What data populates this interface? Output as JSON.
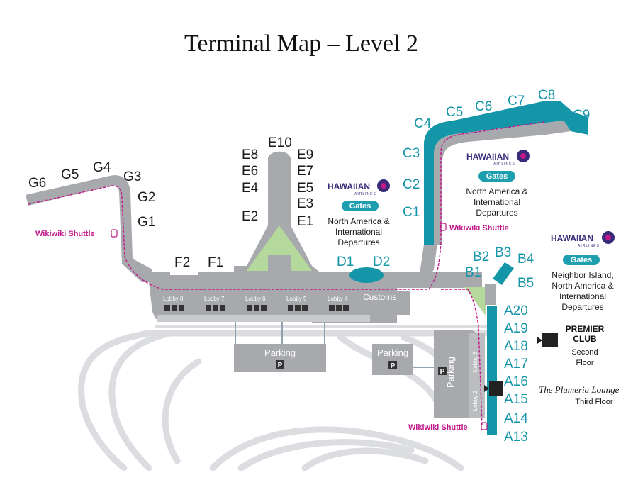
{
  "title": "Terminal Map – Level 2",
  "gates": {
    "G": [
      "G6",
      "G5",
      "G4",
      "G3",
      "G2",
      "G1"
    ],
    "F": [
      "F2",
      "F1"
    ],
    "E_left": [
      "E8",
      "E6",
      "E4",
      "E2"
    ],
    "E_top": "E10",
    "E_right": [
      "E9",
      "E7",
      "E5",
      "E3",
      "E1"
    ],
    "D": [
      "D1",
      "D2"
    ],
    "C": [
      "C1",
      "C2",
      "C3",
      "C4",
      "C5",
      "C6",
      "C7",
      "C8",
      "C9"
    ],
    "B": [
      "B1",
      "B2",
      "B3",
      "B4",
      "B5"
    ],
    "A": [
      "A20",
      "A19",
      "A18",
      "A17",
      "A16",
      "A15",
      "A14",
      "A13"
    ]
  },
  "shuttle_label": "Wikiwiki Shuttle",
  "airline": {
    "name": "HAWAIIAN",
    "sub": "AIRLINES",
    "pill": "Gates"
  },
  "destinations": {
    "central": [
      "North America &",
      "International",
      "Departures"
    ],
    "diamond": [
      "North America &",
      "International",
      "Departures"
    ],
    "ewa": [
      "Neighbor Island,",
      "North America &",
      "International",
      "Departures"
    ]
  },
  "lobbies": [
    "Lobby 8",
    "Lobby 7",
    "Lobby 6",
    "Lobby 5",
    "Lobby 4"
  ],
  "lobby_numbers": [
    "8",
    "7",
    "6",
    "5",
    "4"
  ],
  "parking_label": "Parking",
  "parking_symbol": "P",
  "customs_label": "Customs",
  "vertical_lobbies": [
    "Lobby 3",
    "Lobby 2"
  ],
  "premier": {
    "line1": "PREMIER",
    "line2": "CLUB",
    "line3": "Second",
    "line4": "Floor"
  },
  "plumeria": {
    "name": "The Plumeria Lounge",
    "floor": "Third Floor"
  },
  "colors": {
    "building": "#a7a9ac",
    "concourse_teal": "#1596a8",
    "courtyard_green": "#b5d99c",
    "shuttle_magenta": "#c2188a",
    "road": "#dcdde0",
    "airline_purple": "#3a2a7a",
    "pill_teal": "#1e9fb0"
  }
}
